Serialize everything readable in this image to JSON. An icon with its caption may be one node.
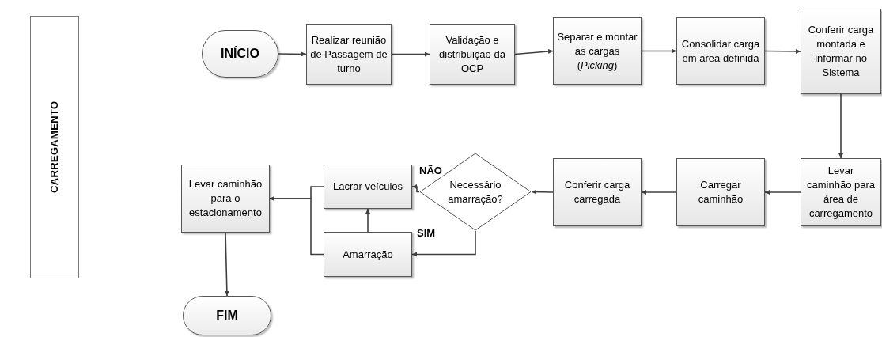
{
  "diagram": {
    "nodes": [
      {
        "text": [
          "CARREGAMENTO"
        ]
      },
      {
        "text": [
          "INÍCIO"
        ]
      },
      {
        "text": [
          "Realizar reunião de Passagem de turno"
        ]
      },
      {
        "text": [
          "Validação e distribuição da OCP"
        ]
      },
      {
        "text": [
          "Separar e montar as cargas (*Picking*)"
        ]
      },
      {
        "text": [
          "Consolidar carga em área definida"
        ]
      },
      {
        "text": [
          "Conferir carga montada e informar no Sistema"
        ]
      },
      {
        "text": [
          "Levar caminhão para área de carregamento"
        ]
      },
      {
        "text": [
          "Carregar caminhão"
        ]
      },
      {
        "text": [
          "Conferir carga carregada"
        ]
      },
      {
        "text": [
          "Necessário amarração?"
        ]
      },
      {
        "text": [
          "Lacrar veículos"
        ]
      },
      {
        "text": [
          "Amarração"
        ]
      },
      {
        "text": [
          "Levar caminhão para o estacionamento"
        ]
      },
      {
        "text": [
          "FIM"
        ]
      }
    ],
    "edges": [
      {
        "from": 1,
        "to": 2,
        "arrow": "to"
      },
      {
        "from": 2,
        "to": 3,
        "arrow": "to"
      },
      {
        "from": 3,
        "to": 4,
        "arrow": "to"
      },
      {
        "from": 4,
        "to": 5,
        "arrow": "to"
      },
      {
        "from": 5,
        "to": 6,
        "arrow": "to"
      },
      {
        "from": 6,
        "to": 7,
        "arrow": "to"
      },
      {
        "from": 7,
        "to": 8,
        "arrow": "to"
      },
      {
        "from": 8,
        "to": 9,
        "arrow": "to"
      },
      {
        "from": 9,
        "to": 10,
        "arrow": "to"
      },
      {
        "from": 10,
        "to": 11,
        "arrow": "to",
        "label": "NÃO"
      },
      {
        "from": 10,
        "to": 12,
        "arrow": "to",
        "label": "SIM"
      },
      {
        "from": 12,
        "to": 11,
        "arrow": "to"
      },
      {
        "from": 11,
        "to": 13,
        "arrow": "to"
      },
      {
        "from": 12,
        "to": 13,
        "arrow": "to"
      },
      {
        "from": 13,
        "to": 14,
        "arrow": "to"
      }
    ]
  }
}
